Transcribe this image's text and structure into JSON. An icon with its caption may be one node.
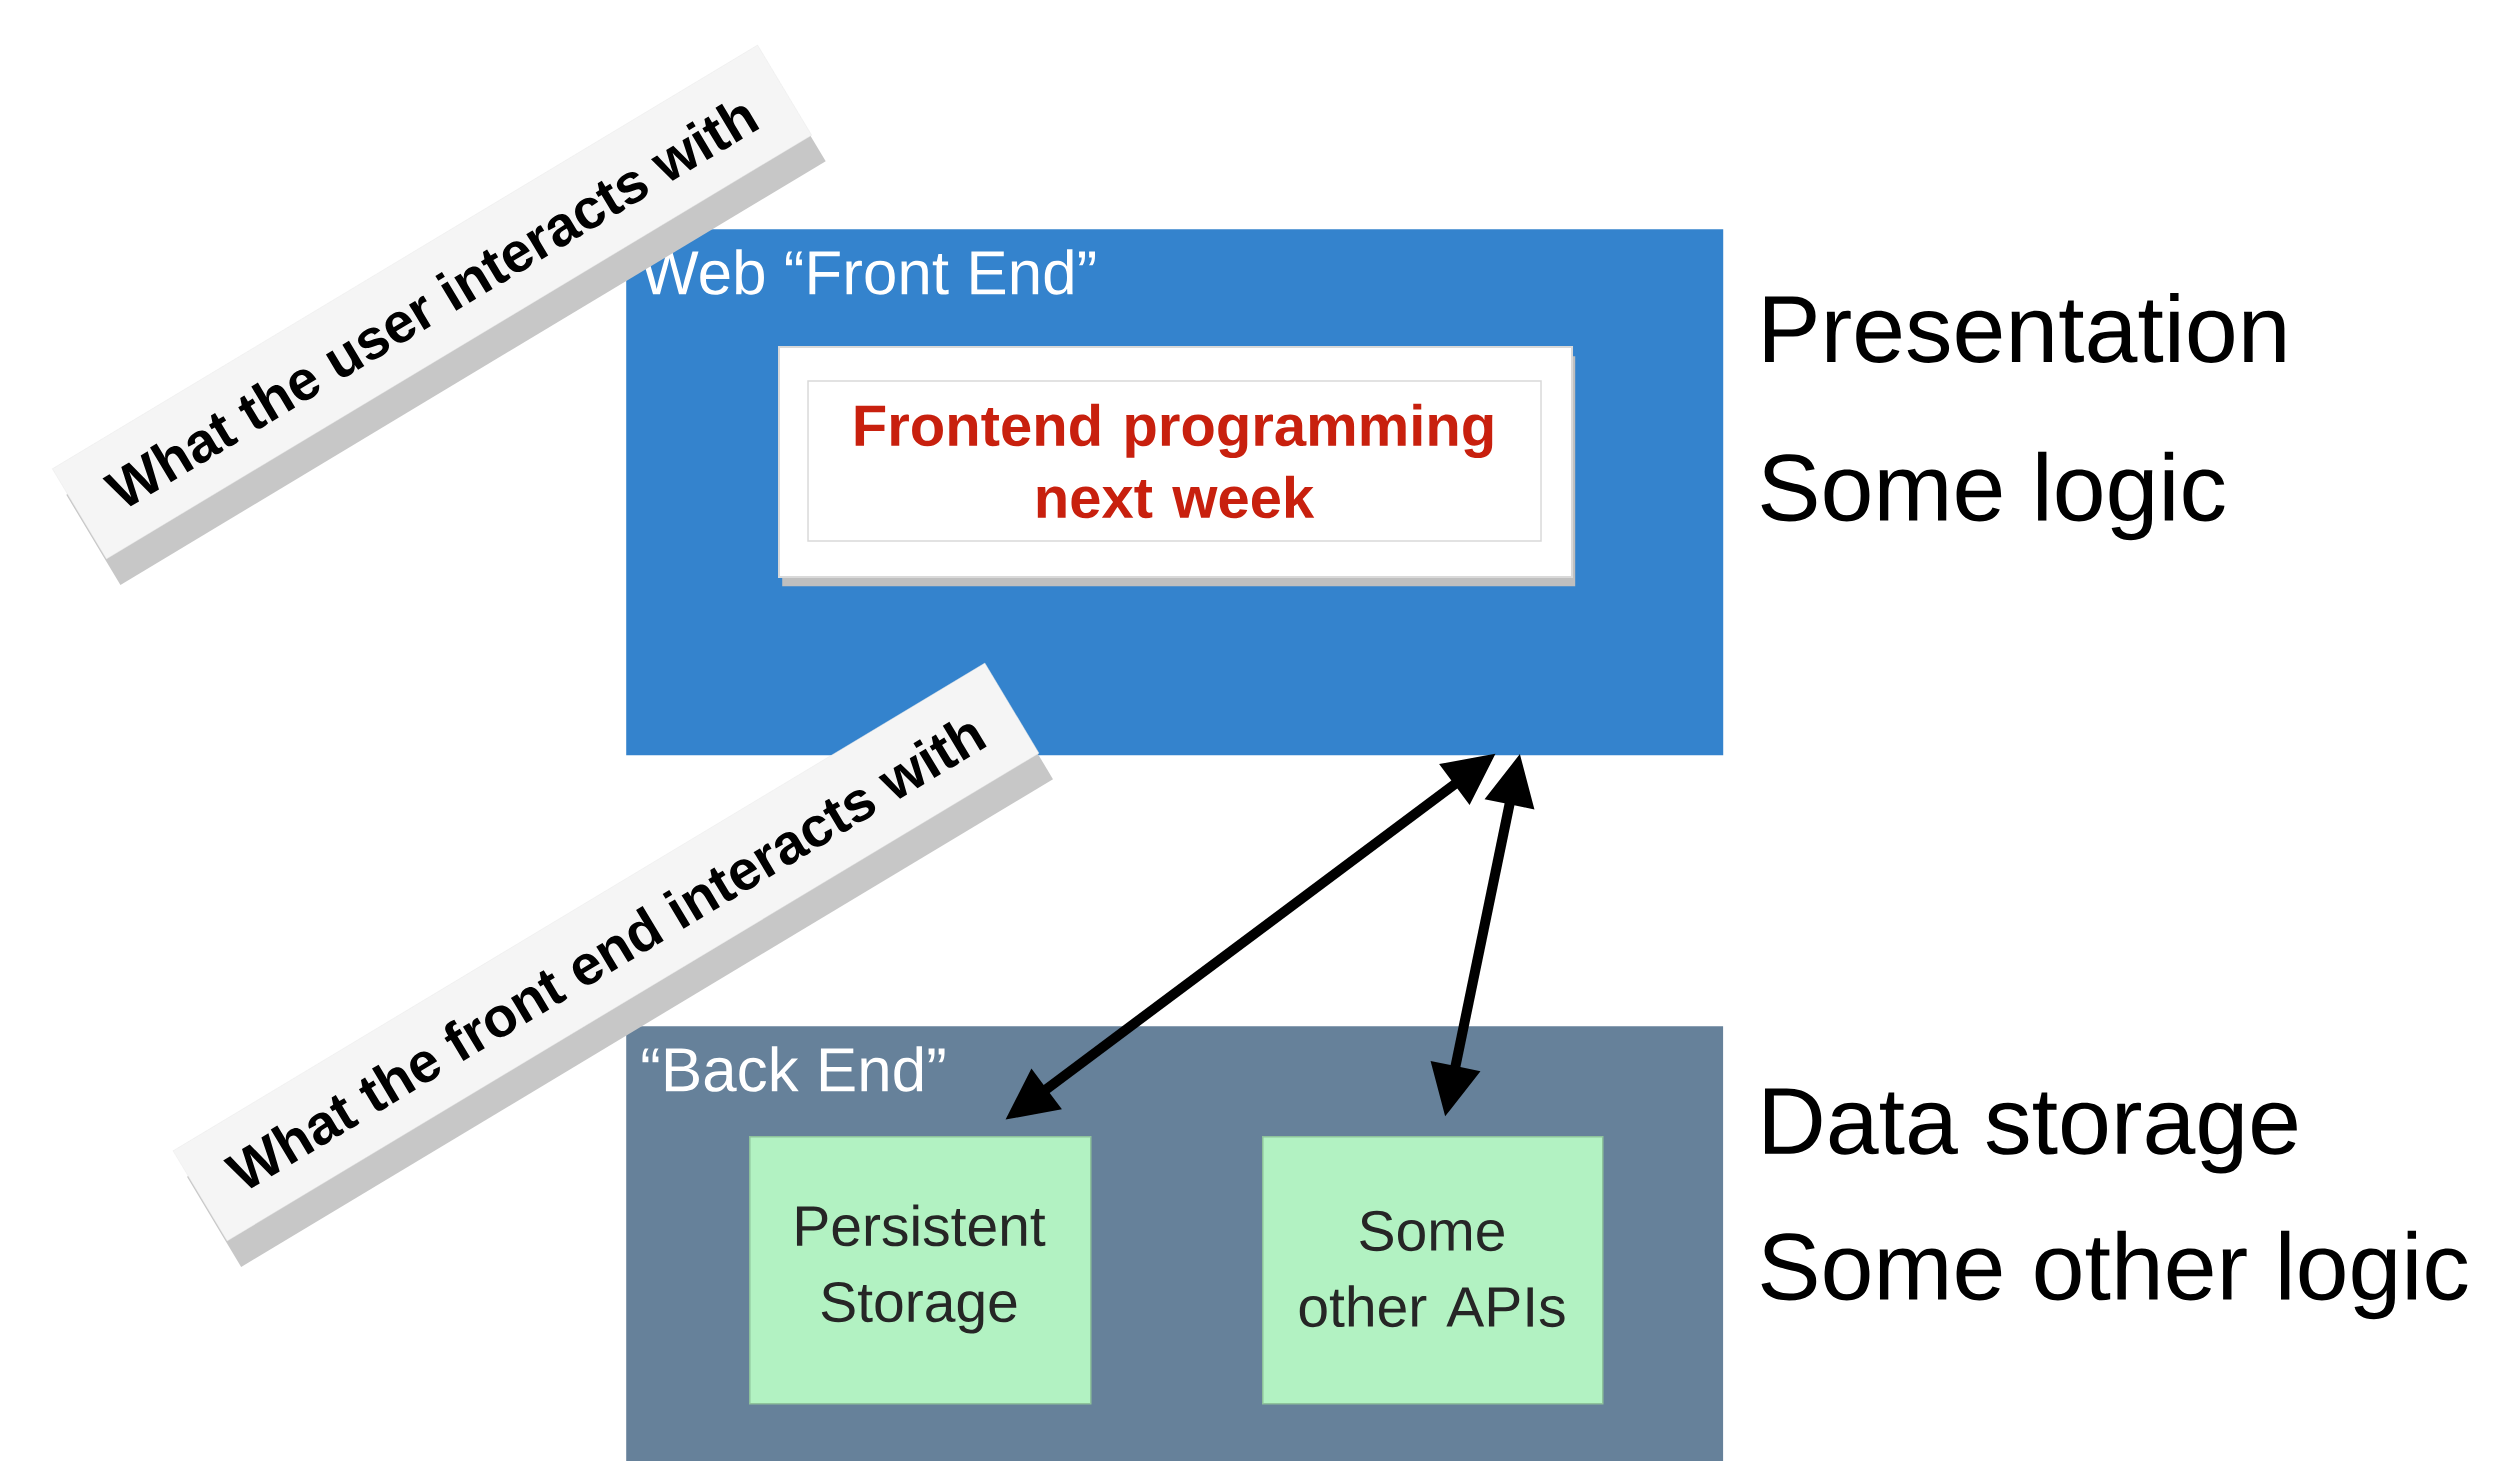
{
  "diagram": {
    "nodes": [
      {
        "text": [
          "What the user interacts with"
        ]
      },
      {
        "text": [
          "Web “Front End”"
        ]
      },
      {
        "text": [
          "Frontend programming next week"
        ],
        "in": 1
      },
      {
        "text": [
          "What the front end interacts with"
        ]
      },
      {
        "text": [
          "“Back End”"
        ]
      },
      {
        "text": [
          "Persistent Storage"
        ],
        "in": 4
      },
      {
        "text": [
          "Some other APIs"
        ],
        "in": 4
      }
    ],
    "edges": [
      {
        "from": 1,
        "to": 5,
        "arrow": "both"
      },
      {
        "from": 1,
        "to": 6,
        "arrow": "both"
      }
    ],
    "labels": [
      "Presentation",
      "Some logic",
      "Data storage",
      "Some other logic"
    ]
  }
}
